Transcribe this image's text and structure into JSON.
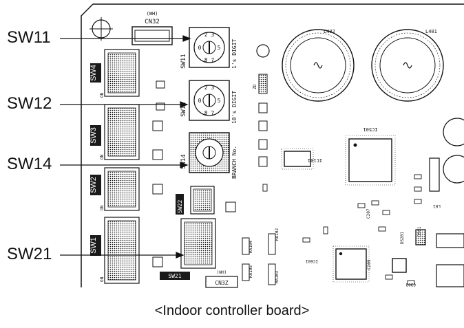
{
  "callouts": {
    "sw11": "SW11",
    "sw12": "SW12",
    "sw14": "SW14",
    "sw21": "SW21"
  },
  "caption": "<Indoor controller board>",
  "board": {
    "dip_switches": [
      {
        "name": "SW4",
        "on": "ON"
      },
      {
        "name": "SW3",
        "on": "ON"
      },
      {
        "name": "SW2",
        "on": "ON"
      },
      {
        "name": "SW1",
        "on": "ON"
      }
    ],
    "silkscreen": {
      "cn32": "CN32",
      "cn32_sub": "(WH)",
      "cn3z": "CN3Z",
      "cn3z_sub": "(WH)",
      "sw11": "SW11",
      "sw12": "SW12",
      "sw14": "SW14",
      "sw22": "SW22",
      "sw21": "SW21",
      "digit1": "1's DIGIT",
      "digit10": "10's DIGIT",
      "branch": "BRANCH No.",
      "l401": "L401",
      "l402": "L402",
      "zd": "ZD",
      "ic501": "IC501",
      "ic101": "IC101",
      "ic601": "IC601",
      "c209": "C209",
      "c303": "C303",
      "ds201": "DS201",
      "ds01": "DS01",
      "l01": "L01",
      "c207": "C207",
      "ra104": "RA104",
      "ra102": "RA102",
      "ra105": "RA105",
      "ra103": "RA103"
    }
  },
  "colors": {
    "ink": "#111111",
    "board_bg": "#ffffff",
    "label_bg": "#1a1a1a",
    "label_fg": "#ffffff"
  }
}
